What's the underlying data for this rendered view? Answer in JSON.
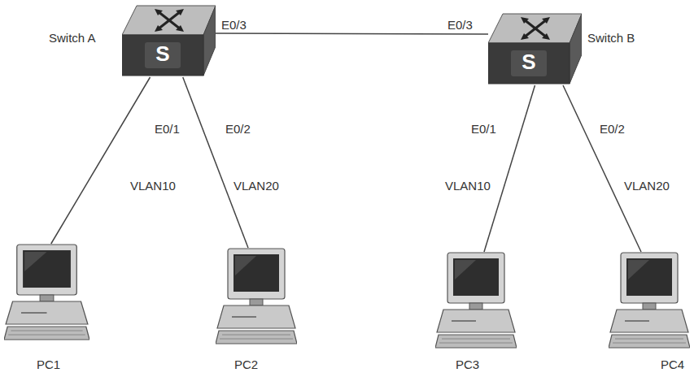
{
  "diagram": {
    "nodes": [
      {
        "text": [
          "Switch A",
          "S"
        ]
      },
      {
        "text": [
          "Switch B",
          "S"
        ]
      },
      {
        "text": [
          "PC1"
        ]
      },
      {
        "text": [
          "PC2"
        ]
      },
      {
        "text": [
          "PC3"
        ]
      },
      {
        "text": [
          "PC4"
        ]
      }
    ],
    "edges": [
      {
        "from": 0,
        "to": 1,
        "arrow": "none"
      },
      {
        "from": 0,
        "to": 2,
        "label": "VLAN10",
        "arrow": "none"
      },
      {
        "from": 0,
        "to": 3,
        "label": "VLAN20",
        "arrow": "none"
      },
      {
        "from": 1,
        "to": 4,
        "label": "VLAN10",
        "arrow": "none"
      },
      {
        "from": 1,
        "to": 5,
        "label": "VLAN20",
        "arrow": "none"
      }
    ],
    "labels": [
      "E0/3",
      "E0/3",
      "E0/1",
      "E0/2",
      "E0/1",
      "E0/2"
    ]
  }
}
